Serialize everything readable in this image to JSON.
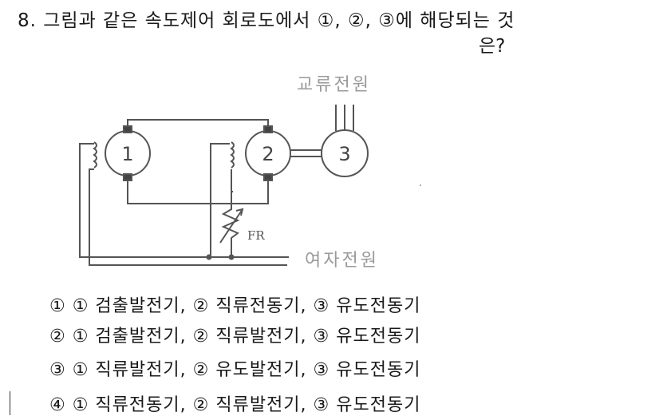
{
  "question": {
    "line1": "8. 그림과 같은 속도제어 회로도에서 ①, ②, ③에 해당되는 것",
    "line2": "은?"
  },
  "figure": {
    "ac_power_label": "교류전원",
    "excitation_power_label": "여자전원",
    "fr_label": "FR",
    "machine1_label": "1",
    "machine2_label": "2",
    "machine3_label": "3"
  },
  "choices": [
    "① ① 검출발전기, ② 직류전동기, ③ 유도전동기",
    "② ① 검출발전기, ② 직류발전기, ③ 유도전동기",
    "③ ① 직류발전기, ② 유도발전기, ③ 유도전동기",
    "④ ① 직류전동기, ② 직류발전기, ③ 유도전동기"
  ]
}
